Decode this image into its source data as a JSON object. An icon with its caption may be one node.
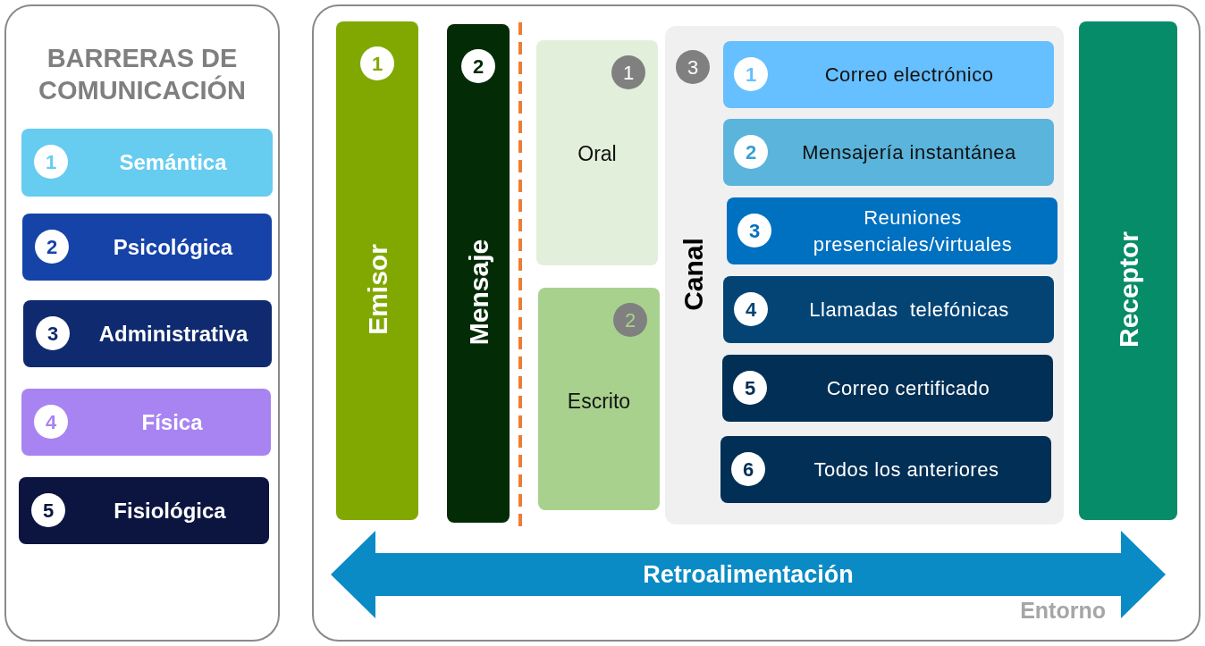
{
  "diagram": {
    "nodes": [
      {
        "text": [
          "BARRERAS DE COMUNICACIÓN"
        ]
      },
      {
        "text": [
          "1",
          "Semántica"
        ],
        "in": 0
      },
      {
        "text": [
          "2",
          "Psicológica"
        ],
        "in": 0
      },
      {
        "text": [
          "3",
          "Administrativa"
        ],
        "in": 0
      },
      {
        "text": [
          "4",
          "Física"
        ],
        "in": 0
      },
      {
        "text": [
          "5",
          "Fisiológica"
        ],
        "in": 0
      },
      {
        "text": [
          "Entorno"
        ]
      },
      {
        "text": [
          "1",
          "Emisor"
        ],
        "in": 6
      },
      {
        "text": [
          "2",
          "Mensaje"
        ],
        "in": 6
      },
      {
        "text": [
          "1",
          "Oral"
        ],
        "in": 6
      },
      {
        "text": [
          "2",
          "Escrito"
        ],
        "in": 6
      },
      {
        "text": [
          "3",
          "Canal"
        ],
        "in": 6
      },
      {
        "text": [
          "1",
          "Correo electrónico"
        ],
        "in": 11
      },
      {
        "text": [
          "2",
          "Mensajería instantánea"
        ],
        "in": 11
      },
      {
        "text": [
          "3",
          "Reuniones presenciales/virtuales"
        ],
        "in": 11
      },
      {
        "text": [
          "4",
          "Llamadas  telefónicas"
        ],
        "in": 11
      },
      {
        "text": [
          "5",
          "Correo certificado"
        ],
        "in": 11
      },
      {
        "text": [
          "6",
          "Todos los anteriores"
        ],
        "in": 11
      },
      {
        "text": [
          "Receptor"
        ],
        "in": 6
      },
      {
        "text": [
          "Retroalimentación"
        ],
        "in": 6
      }
    ]
  }
}
